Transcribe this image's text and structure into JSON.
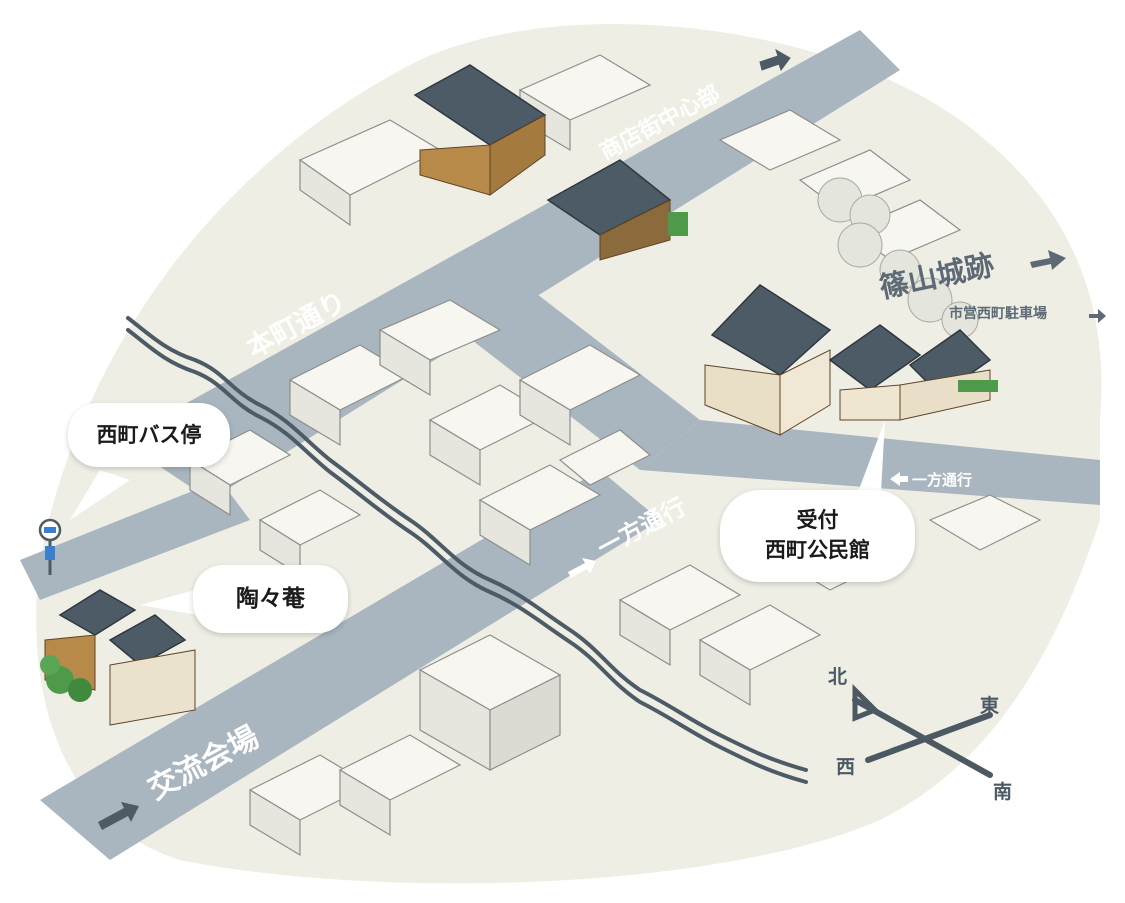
{
  "callouts": {
    "bus_stop": "西町バス停",
    "touan": "陶々菴",
    "reception_line1": "受付",
    "reception_line2": "西町公民館"
  },
  "streets": {
    "honmachi": "本町通り",
    "shotengai": "商店街中心部",
    "koryu": "交流会場",
    "one_way_main": "一方通行",
    "one_way_side": "一方通行"
  },
  "destinations": {
    "castle": "篠山城跡",
    "parking": "市営西町駐車場"
  },
  "compass": {
    "north": "北",
    "east": "東",
    "west": "西",
    "south": "南"
  },
  "colors": {
    "road": "#a9b6bf",
    "background": "#efeee5",
    "roof": "#4d5b66",
    "river": "#4d5b66",
    "label_text": "#5d6a75"
  }
}
